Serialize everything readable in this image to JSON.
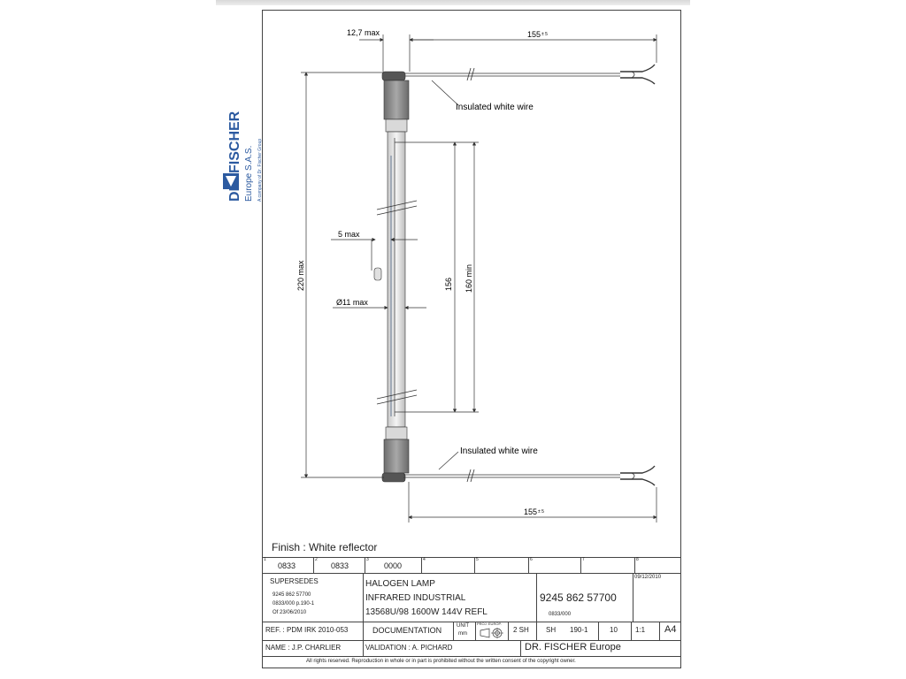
{
  "logo": {
    "brand": "DR. FISCHER",
    "entity": "Europe S.A.S.",
    "group_note": "A company of Dr. Fischer Group"
  },
  "dimensions": {
    "width_max": "12,7 max",
    "wire_length_top": "155",
    "wire_length_bottom": "155",
    "tolerance": "± 5",
    "length_max": "220 max",
    "reflector_length": "156",
    "lit_length": "160 min",
    "pin_max": "5 max",
    "diameter_max": "Ø11 max"
  },
  "labels": {
    "wire_top": "Insulated white wire",
    "wire_bottom": "Insulated white wire",
    "finish": "Finish : White reflector"
  },
  "revision_row": {
    "cells": [
      {
        "index": "1",
        "value": "0833"
      },
      {
        "index": "2",
        "value": "0833"
      },
      {
        "index": "3",
        "value": "0000"
      },
      {
        "index": "4",
        "value": ""
      },
      {
        "index": "5",
        "value": ""
      },
      {
        "index": "6",
        "value": ""
      },
      {
        "index": "7",
        "value": ""
      },
      {
        "index": "8",
        "value": ""
      }
    ]
  },
  "title_block": {
    "supersedes_label": "SUPERSEDES",
    "supersedes_ref": "9245 862 57700",
    "supersedes_page": "0833/000 p.190-1",
    "supersedes_date": "Of 23/06/2010",
    "product_line1": "HALOGEN LAMP",
    "product_line2": "INFRARED INDUSTRIAL",
    "product_line3": "13568U/98 1600W 144V REFL",
    "part_number": "9245 862 57700",
    "part_sub": "0833/000",
    "date": "09/12/2010",
    "ref": "REF. : PDM IRK 2010-053",
    "documentation": "DOCUMENTATION",
    "unit_label": "UNIT",
    "unit_value": "mm",
    "proj_label": "PROJ. EUROP.",
    "sheets": "2 SH",
    "sh_label": "SH",
    "sh_number": "190-1",
    "sh_index": "10",
    "scale": "1:1",
    "format": "A4",
    "name": "NAME : J.P. CHARLIER",
    "validation": "VALIDATION :  A. PICHARD",
    "company": "DR. FISCHER Europe",
    "copyright": "All rights reserved. Reproduction in whole or in part is prohibited without the written consent of the copyright owner."
  },
  "colors": {
    "logo_blue": "#2c5aa0",
    "line": "#333333",
    "lamp_cap": "#8a8a8a"
  }
}
